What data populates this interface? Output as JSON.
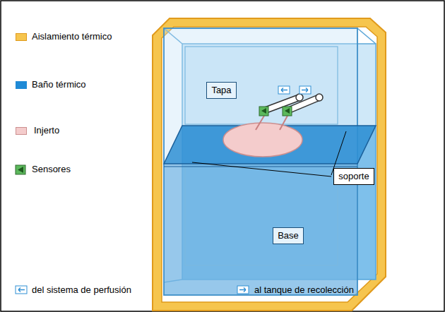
{
  "diagram": {
    "nodes": [
      {
        "text": [
          "Tapa"
        ]
      },
      {
        "text": [
          "Base"
        ]
      },
      {
        "text": [
          "soporte"
        ]
      }
    ],
    "legend": [
      {
        "text": "Aislamiento térmico",
        "color": "#f6c54e"
      },
      {
        "text": "Baño térmico",
        "color": "#1f8ad6"
      },
      {
        "text": "Injerto",
        "color": "#f4cccc"
      },
      {
        "text": "Sensores"
      },
      {
        "text": "del sistema de perfusión"
      },
      {
        "text": "al tanque de recolección"
      }
    ]
  }
}
